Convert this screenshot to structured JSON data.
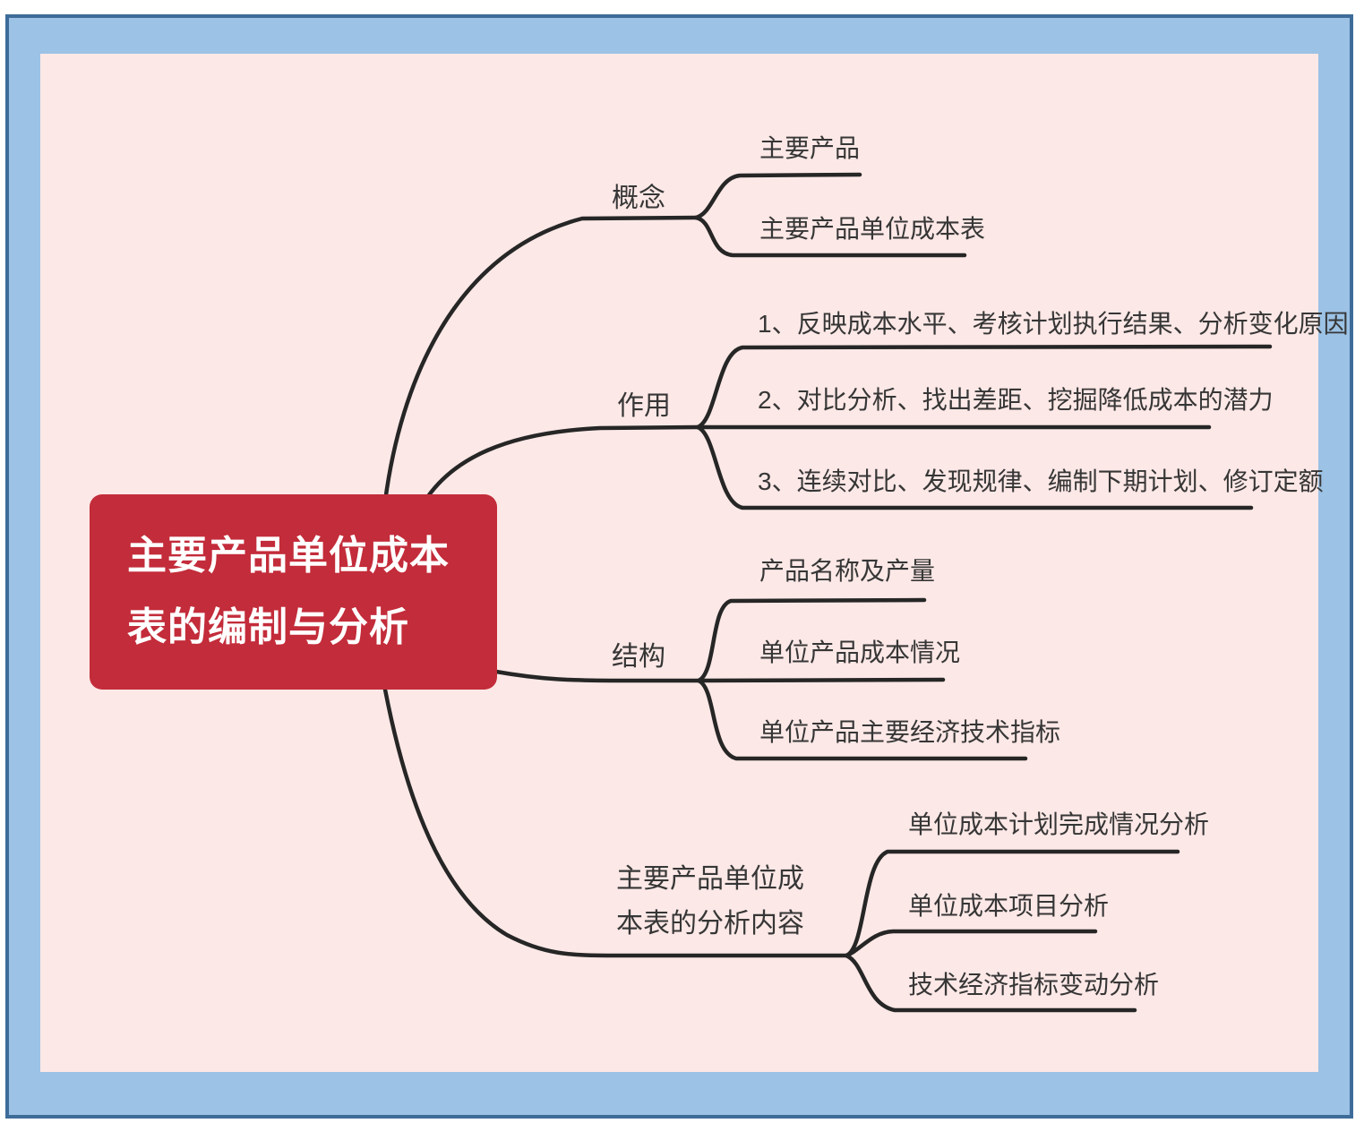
{
  "central_topic": {
    "line1": "主要产品单位成本",
    "line2": "表的编制与分析"
  },
  "branches": [
    {
      "label": "概念",
      "children": [
        "主要产品",
        "主要产品单位成本表"
      ]
    },
    {
      "label": "作用",
      "children": [
        "1、反映成本水平、考核计划执行结果、分析变化原因",
        "2、对比分析、找出差距、挖掘降低成本的潜力",
        "3、连续对比、发现规律、编制下期计划、修订定额"
      ]
    },
    {
      "label": "结构",
      "children": [
        "产品名称及产量",
        "单位产品成本情况",
        "单位产品主要经济技术指标"
      ]
    },
    {
      "label_line1": "主要产品单位成",
      "label_line2": "本表的分析内容",
      "children": [
        "单位成本计划完成情况分析",
        "单位成本项目分析",
        "技术经济指标变动分析"
      ]
    }
  ],
  "colors": {
    "central_node_bg": "#C32C3A",
    "central_node_text": "#FFFFFF",
    "canvas_pink": "#FCE8E6",
    "frame_light_blue": "#9CC2E5",
    "frame_border_blue": "#3E6C99",
    "connector_line": "#262626",
    "label_text": "#363636",
    "page_background": "#FFFFFF"
  }
}
